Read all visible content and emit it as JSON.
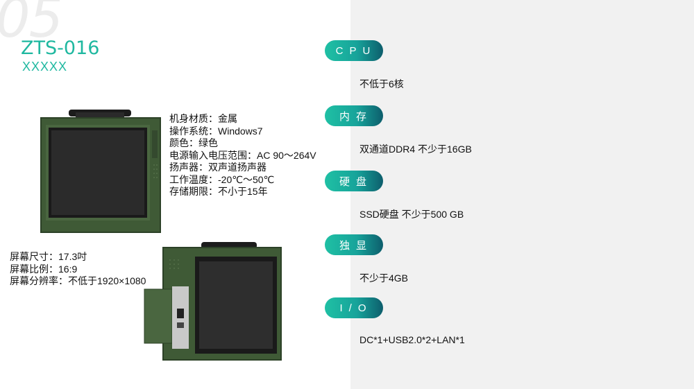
{
  "watermark": "05",
  "header": {
    "model": "ZTS-016",
    "subtitle": "XXXXX"
  },
  "specs_top": [
    "机身材质：金属",
    "操作系统：Windows7",
    "颜色：绿色",
    "电源输入电压范围：AC 90～264V",
    "扬声器：双声道扬声器",
    "工作温度：-20℃～50℃",
    "存储期限：不小于15年"
  ],
  "specs_bottom": [
    "屏幕尺寸：17.3吋",
    "屏幕比例：16:9",
    "屏幕分辨率：不低于1920×1080"
  ],
  "features": [
    {
      "label": "CPU",
      "value": "不低于6核"
    },
    {
      "label": "内存",
      "value": "双通道DDR4 不少于16GB"
    },
    {
      "label": "硬盘",
      "value": "SSD硬盘  不少于500 GB"
    },
    {
      "label": "独显",
      "value": "不少于4GB"
    },
    {
      "label": "I/O",
      "value": "DC*1+USB2.0*2+LAN*1"
    }
  ],
  "colors": {
    "accent": "#1fb8a0",
    "pill_dark": "#0d5e6c",
    "device_green": "#3f5a36",
    "right_panel": "#f1f1f1"
  }
}
